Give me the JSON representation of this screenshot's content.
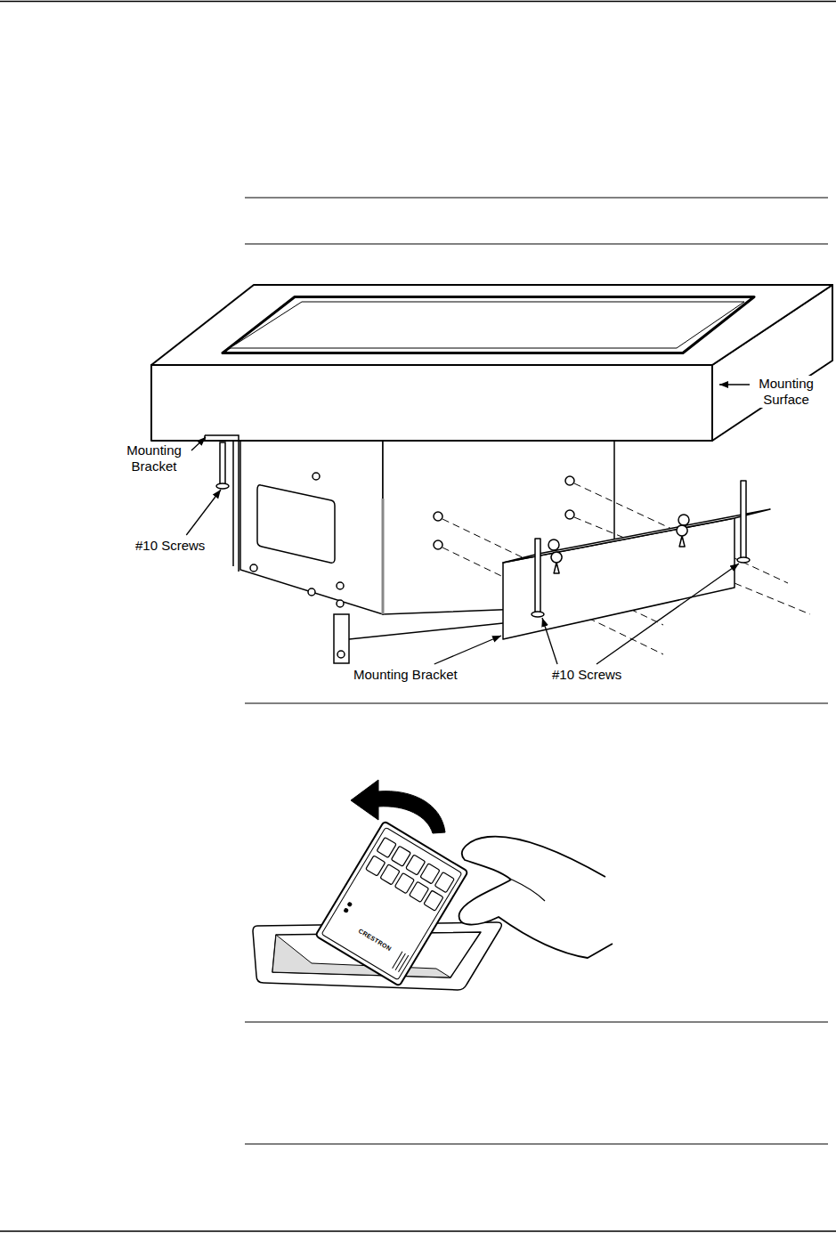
{
  "diagram": {
    "labels": [
      "Mounting Surface",
      "Mounting Bracket",
      "#10 Screws",
      "Mounting Bracket",
      "#10 Screws",
      "CRESTRON"
    ]
  }
}
